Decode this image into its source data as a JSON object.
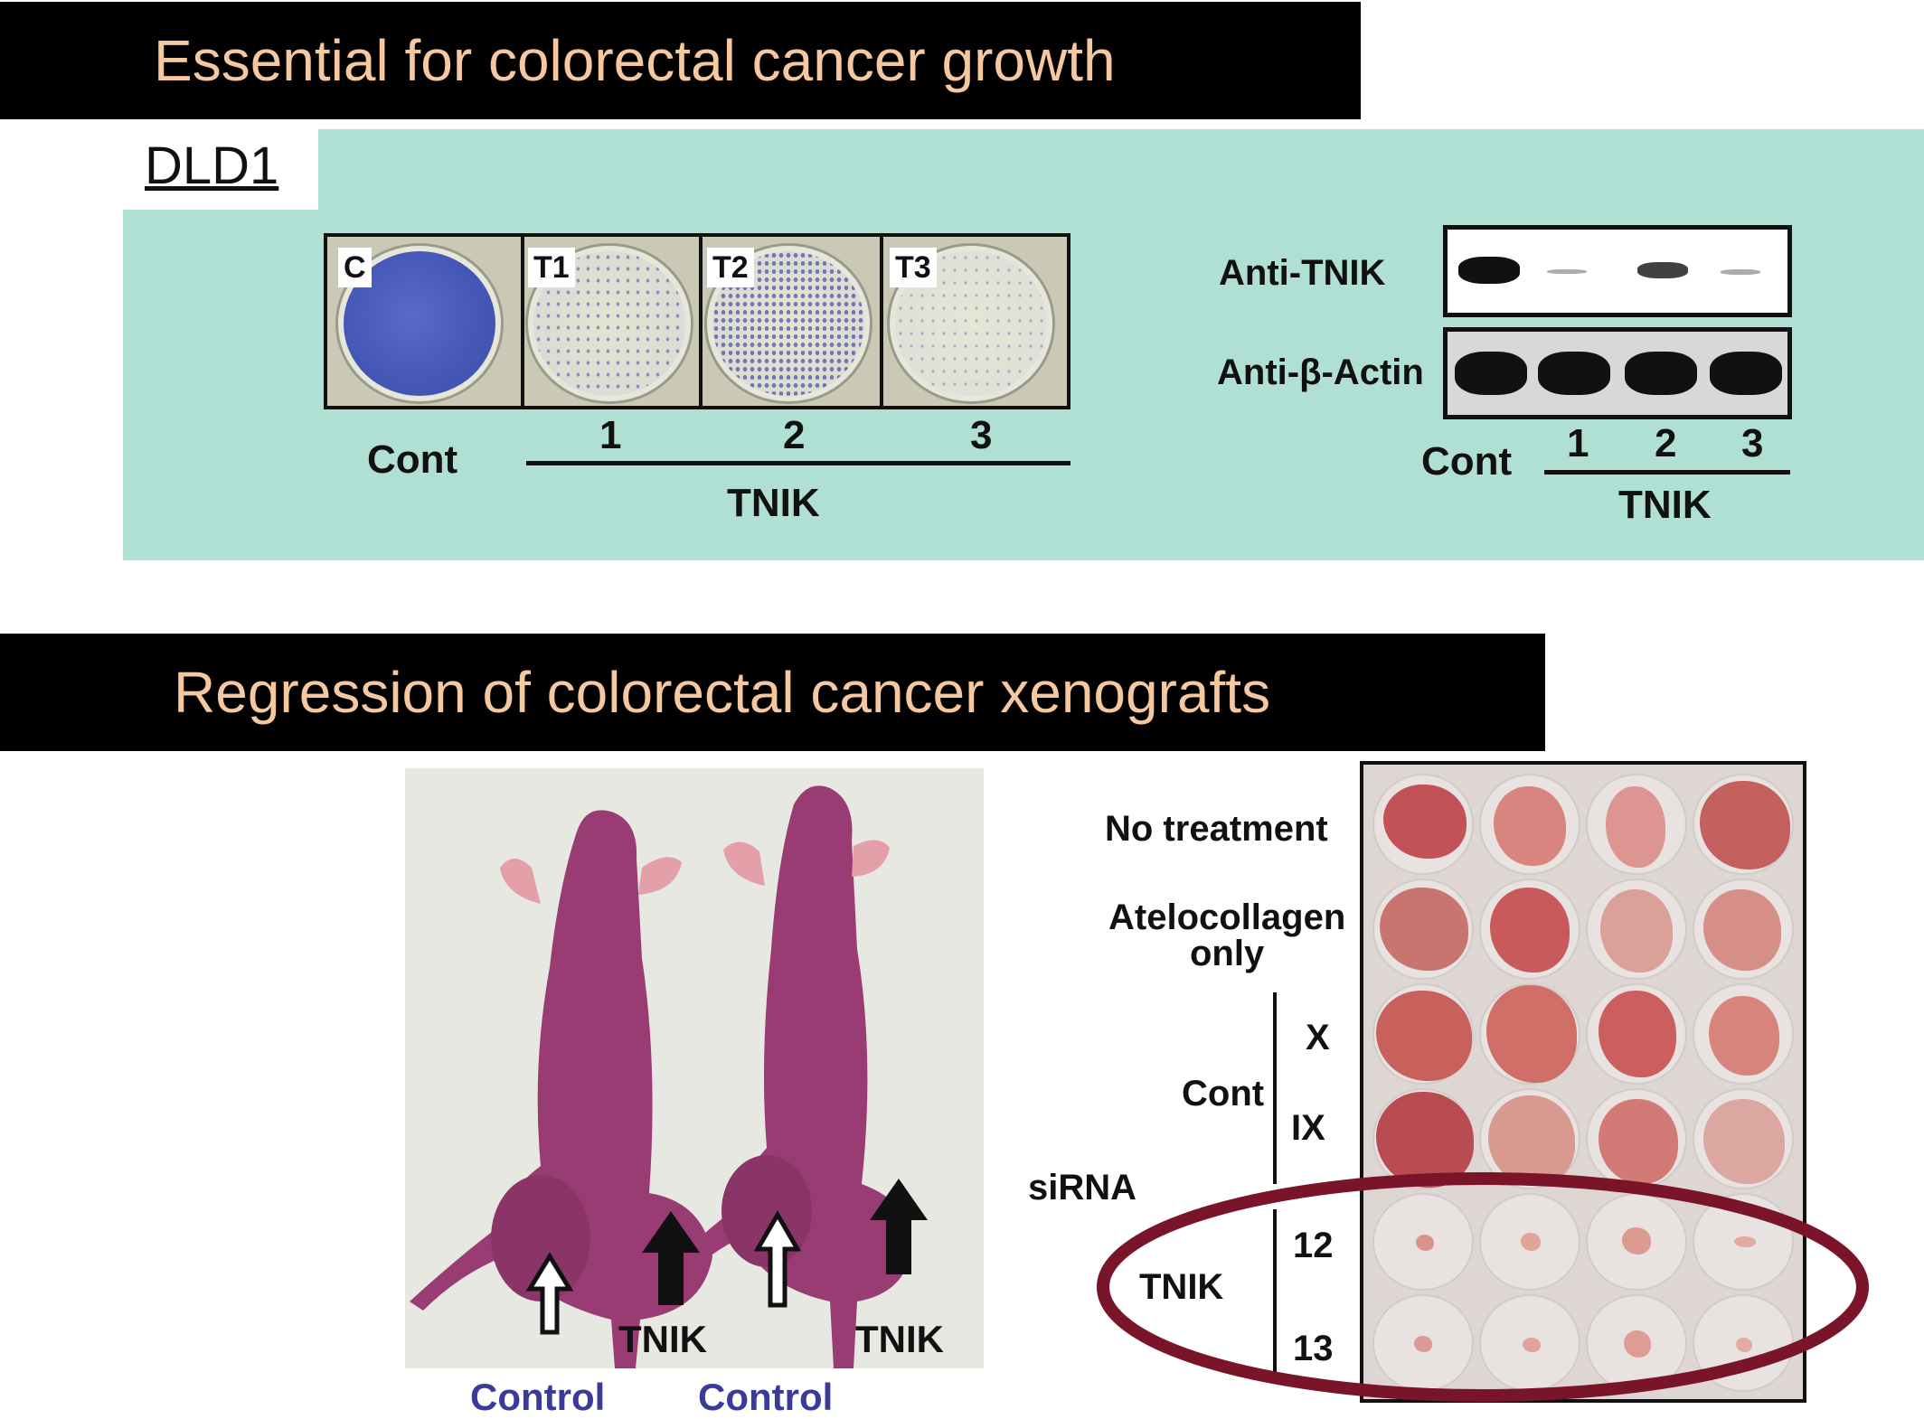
{
  "banners": {
    "top": "Essential for colorectal cancer growth",
    "bottom": "Regression of colorectal cancer xenografts"
  },
  "panel_a": {
    "cell_line": "DLD1",
    "dishes": [
      "C",
      "T1",
      "T2",
      "T3"
    ],
    "x_labels": {
      "cont": "Cont",
      "n1": "1",
      "n2": "2",
      "n3": "3",
      "group": "TNIK"
    },
    "blot": {
      "rows": [
        "Anti-TNIK",
        "Anti-β-Actin"
      ],
      "lanes": {
        "cont": "Cont",
        "n1": "1",
        "n2": "2",
        "n3": "3",
        "group": "TNIK"
      }
    }
  },
  "panel_b": {
    "mouse_labels": {
      "tnik_left": "TNIK",
      "tnik_right": "TNIK",
      "control_left": "Control",
      "control_right": "Control"
    },
    "plate_labels": {
      "no_treatment": "No treatment",
      "atelocollagen_1": "Atelocollagen",
      "atelocollagen_2": "only",
      "cont": "Cont",
      "x": "X",
      "ix": "IX",
      "sirna": "siRNA",
      "tnik": "TNIK",
      "n12": "12",
      "n13": "13"
    }
  },
  "colors": {
    "banner_bg": "#000000",
    "banner_text": "#f5c8a0",
    "panel_bg": "#b0e0d4",
    "ellipse": "#7a1428",
    "mouse_label_blue": "#3a3a9a"
  }
}
